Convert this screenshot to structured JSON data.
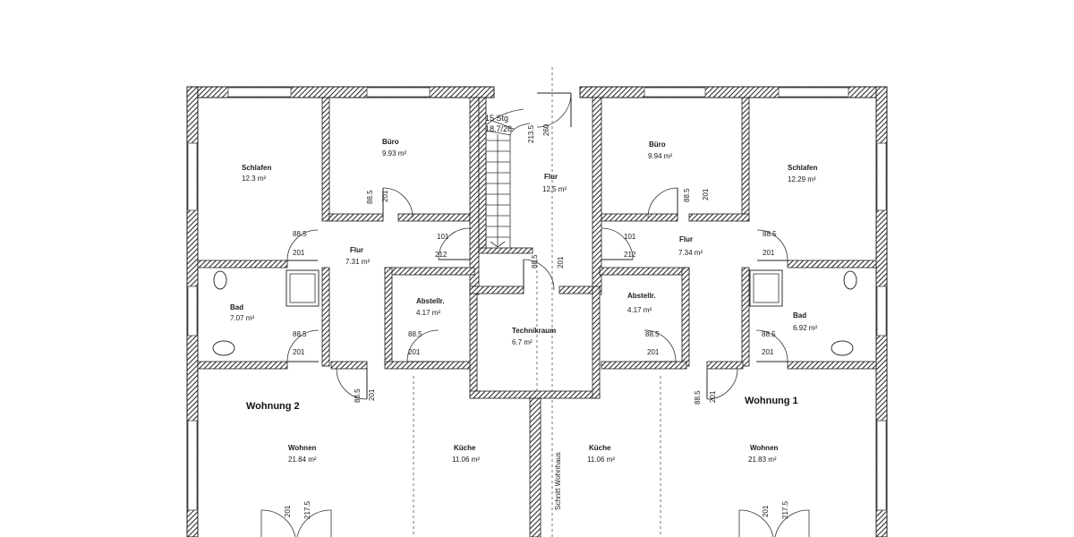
{
  "apartments": {
    "left": "Wohnung 2",
    "right": "Wohnung 1"
  },
  "rooms": {
    "schlafen_left": {
      "name": "Schlafen",
      "area": "12.3 m²"
    },
    "buero_left": {
      "name": "Büro",
      "area": "9.93 m²"
    },
    "flur_left": {
      "name": "Flur",
      "area": "7.31 m²"
    },
    "bad_left": {
      "name": "Bad",
      "area": "7.07 m²"
    },
    "abstell_left": {
      "name": "Abstellr.",
      "area": "4.17 m²"
    },
    "wohnen_left": {
      "name": "Wohnen",
      "area": "21.84 m²"
    },
    "kueche_left": {
      "name": "Küche",
      "area": "11.06 m²"
    },
    "flur_center": {
      "name": "Flur",
      "area": "12.5 m²"
    },
    "technik": {
      "name": "Technikraum",
      "area": "6.7 m²"
    },
    "buero_right": {
      "name": "Büro",
      "area": "9.94 m²"
    },
    "schlafen_right": {
      "name": "Schlafen",
      "area": "12.29 m²"
    },
    "flur_right": {
      "name": "Flur",
      "area": "7.34 m²"
    },
    "abstell_right": {
      "name": "Abstellr.",
      "area": "4.17 m²"
    },
    "bad_right": {
      "name": "Bad",
      "area": "6.92 m²"
    },
    "kueche_right": {
      "name": "Küche",
      "area": "11.06 m²"
    },
    "wohnen_right": {
      "name": "Wohnen",
      "area": "21.83 m²"
    }
  },
  "stairs": {
    "steps": "15 Stg",
    "ratio": "18.7/26"
  },
  "section_label": "Schnitt Wohnhaus",
  "dimensions": {
    "d885": "88.5",
    "d201": "201",
    "d101": "101",
    "d212": "212",
    "d2135": "213.5",
    "d260": "260",
    "d2175": "217.5"
  }
}
